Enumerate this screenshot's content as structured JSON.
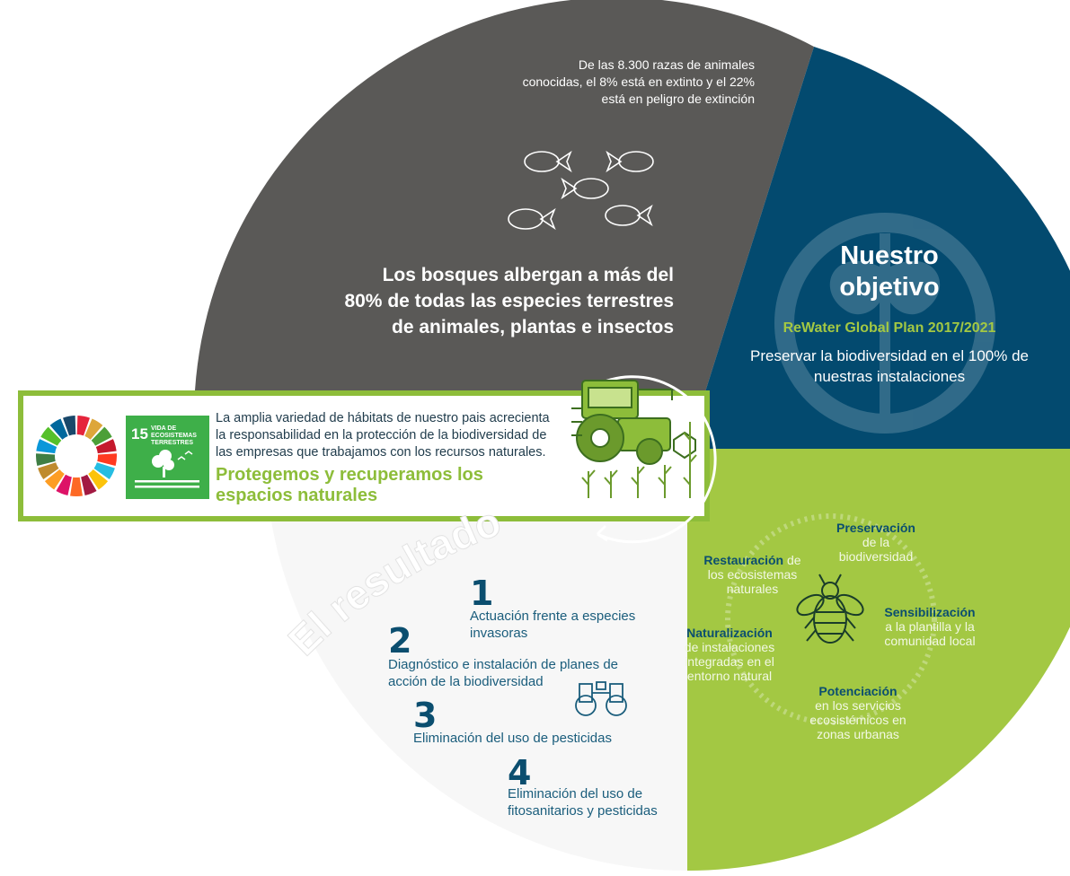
{
  "sections": {
    "threat": {
      "fact": "De las 8.300 razas de animales conocidas, el 8% está en extinto y el 22% está en peligro de extinción",
      "headline": "Los bosques albergan a más del 80% de todas las especies terrestres de animales, plantas e insectos"
    },
    "objective": {
      "title": "Nuestro objetivo",
      "plan": "ReWater Global Plan 2017/2021",
      "goal": "Preservar la biodiversidad en el 100% de nuestras instalaciones"
    },
    "banner": {
      "sdg_number": "15",
      "sdg_label": "VIDA DE ECOSISTEMAS TERRESTRES",
      "text": "La amplia variedad de hábitats de nuestro pais acrecienta la responsabilidad en la protección de la biodiversidad de las empresas que trabajamos con los recursos naturales.",
      "highlight": "Protegemos y recuperamos los espacios naturales"
    },
    "result": {
      "title": "El resultado",
      "steps": [
        {
          "num": "1",
          "text": "Actuación frente a especies invasoras"
        },
        {
          "num": "2",
          "text": "Diagnóstico e instalación de planes de acción de la biodiversidad"
        },
        {
          "num": "3",
          "text": "Eliminación del uso de pesticidas"
        },
        {
          "num": "4",
          "text": "Eliminación del uso de fitosanitarios y pesticidas"
        }
      ]
    },
    "actions": {
      "preservacion": {
        "kw": "Preservación",
        "rest": "de la biodiversidad"
      },
      "restauracion": {
        "kw": "Restauración",
        "rest1": " de",
        "rest2": "los ecosistemas naturales"
      },
      "sensibilizacion": {
        "kw": "Sensibilización",
        "rest": "a la plantilla y la comunidad local"
      },
      "naturalizacion": {
        "kw": "Naturalización",
        "rest": "de instalaciones integradas en el entorno natural"
      },
      "potenciacion": {
        "kw": "Potenciación",
        "rest": "en los servicios ecosistémicos en zonas urbanas"
      }
    }
  },
  "colors": {
    "gray": "#5a5957",
    "navy": "#034a6f",
    "green": "#a3c843",
    "banner_green": "#8dbd3a",
    "sdg15_green": "#3eaf49",
    "teal_text": "#0b4e6f"
  },
  "icons": [
    "fish-icon",
    "sdg-wheel-icon",
    "tree-icon",
    "harvester-icon",
    "corn-icon",
    "binoculars-icon",
    "bee-icon",
    "leaf-logo-icon",
    "cycle-arrow-icon"
  ]
}
